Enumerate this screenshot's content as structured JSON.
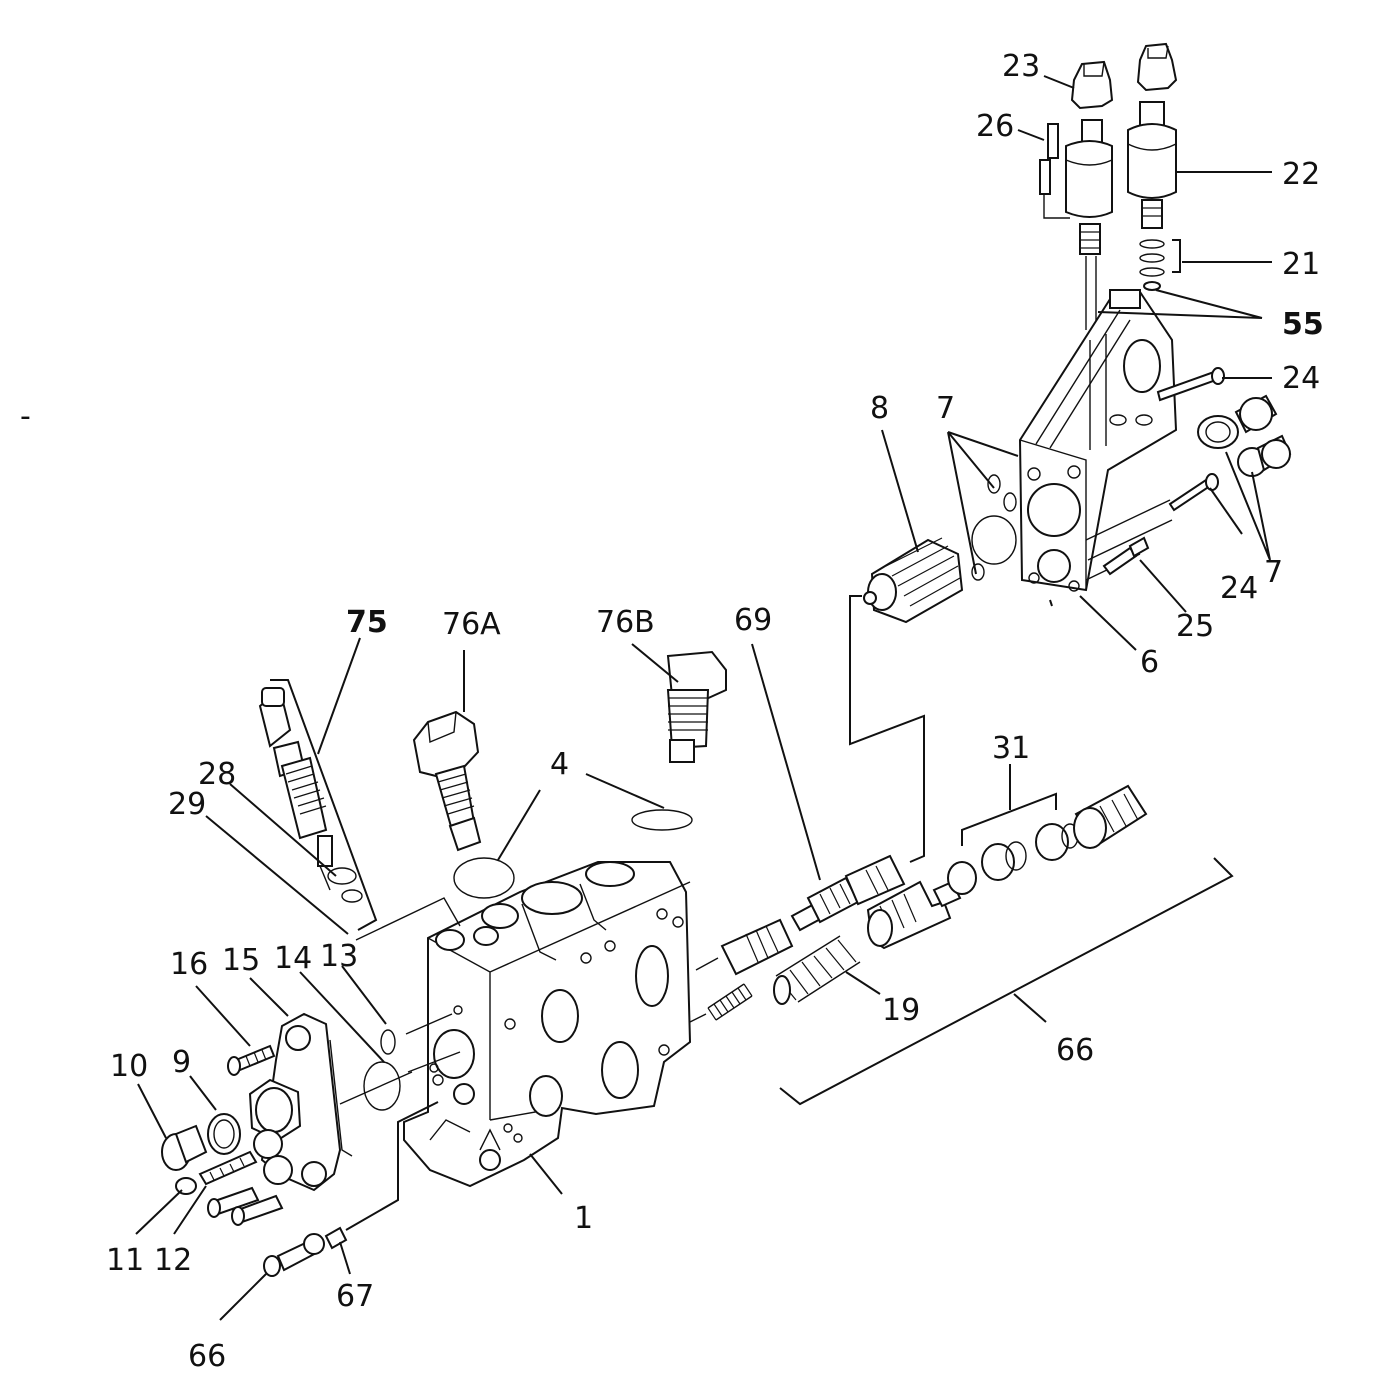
{
  "labels": {
    "l23": "23",
    "l26": "26",
    "l22": "22",
    "l21": "21",
    "l55": "55",
    "l24a": "24",
    "l8": "8",
    "l7a": "7",
    "l7b": "7",
    "l24b": "24",
    "l25": "25",
    "l6": "6",
    "l75": "75",
    "l76A": "76A",
    "l76B": "76B",
    "l69": "69",
    "l31": "31",
    "l4": "4",
    "l28": "28",
    "l29": "29",
    "l16": "16",
    "l15": "15",
    "l14": "14",
    "l13": "13",
    "l19": "19",
    "l66a": "66",
    "l10": "10",
    "l9": "9",
    "l1": "1",
    "l11": "11",
    "l12": "12",
    "l67": "67",
    "l66b": "66",
    "dash": "-"
  },
  "colors": {
    "line": "#111111",
    "background": "#ffffff"
  }
}
